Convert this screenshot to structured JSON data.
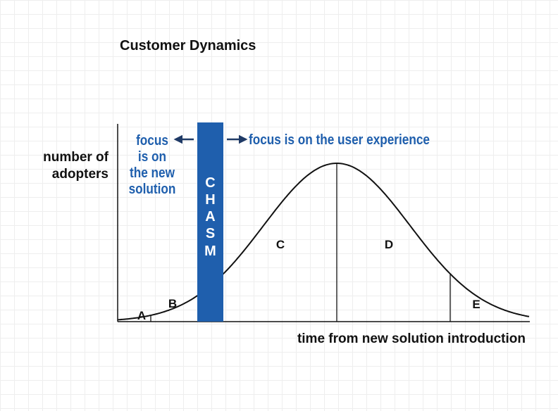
{
  "title": "Customer Dynamics",
  "y_label_lines": [
    "number of",
    "adopters"
  ],
  "x_label": "time from new solution introduction",
  "chasm_letters": [
    "C",
    "H",
    "A",
    "S",
    "M"
  ],
  "left_focus_lines": [
    "focus",
    "is on",
    "the new",
    "solution"
  ],
  "right_focus_text": "focus is on the user experience",
  "segments": {
    "a": "A",
    "b": "B",
    "c": "C",
    "d": "D",
    "e": "E"
  },
  "colors": {
    "accent": "#1f5fad",
    "text": "#111111",
    "line": "#111111"
  }
}
